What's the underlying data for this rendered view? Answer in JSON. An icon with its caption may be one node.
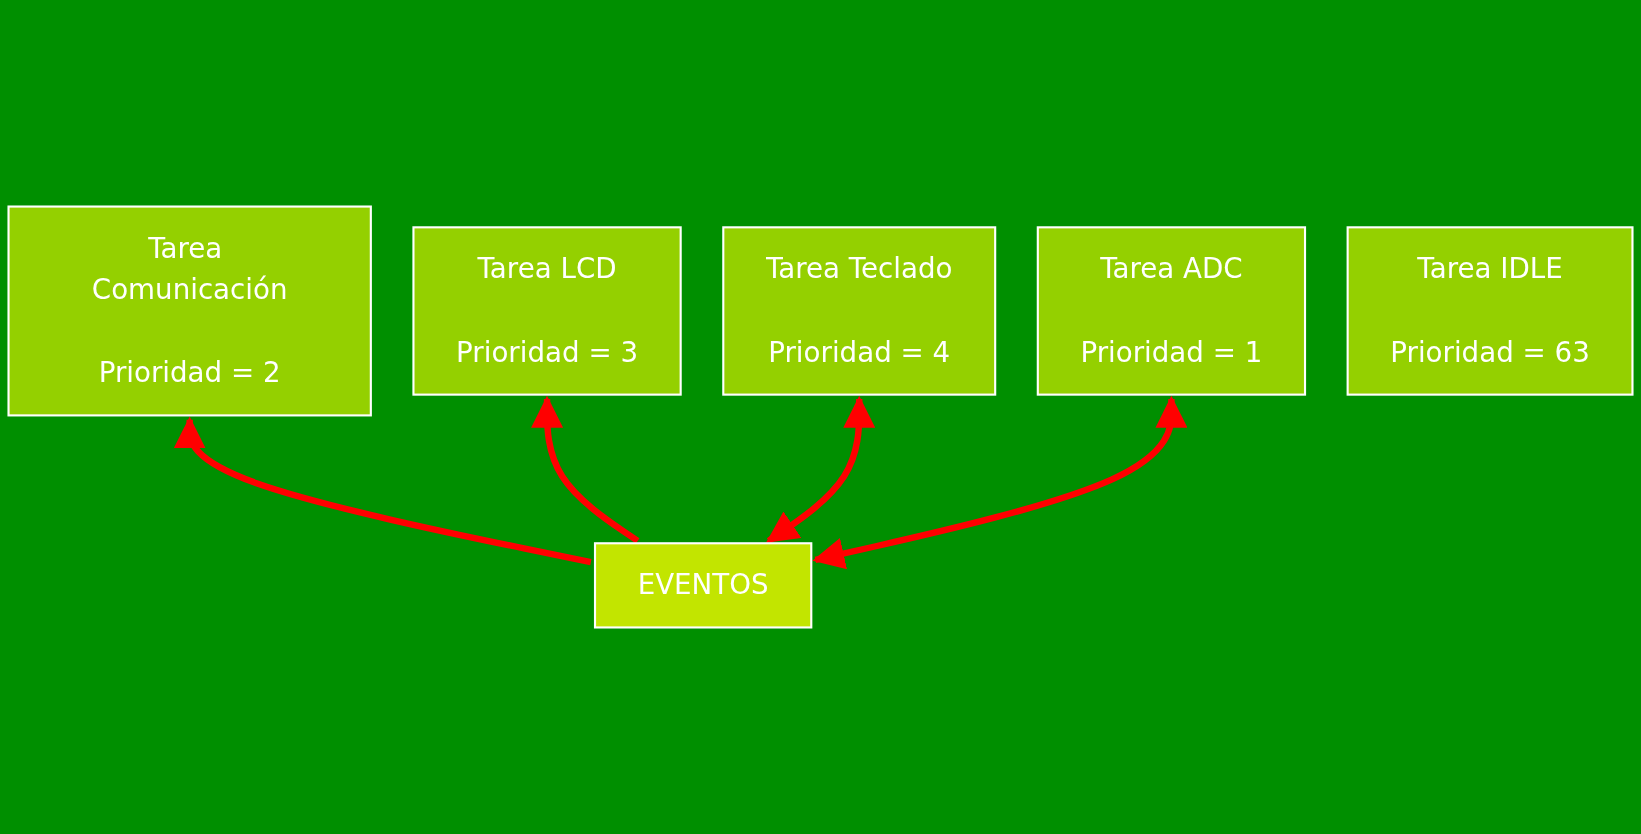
{
  "diagram": {
    "nodes": [
      {
        "text": [
          "Tarea Comunicación",
          "Prioridad = 2"
        ]
      },
      {
        "text": [
          "Tarea LCD",
          "Prioridad = 3"
        ]
      },
      {
        "text": [
          "Tarea Teclado",
          "Prioridad = 4"
        ]
      },
      {
        "text": [
          "Tarea ADC",
          "Prioridad = 1"
        ]
      },
      {
        "text": [
          "Tarea IDLE",
          "Prioridad = 63"
        ]
      },
      {
        "text": [
          "EVENTOS"
        ]
      }
    ],
    "edges": [
      {
        "from": 5,
        "to": 0,
        "arrow": "to"
      },
      {
        "from": 5,
        "to": 1,
        "arrow": "to"
      },
      {
        "from": 2,
        "to": 5,
        "arrow": "both"
      },
      {
        "from": 3,
        "to": 5,
        "arrow": "both"
      }
    ]
  }
}
